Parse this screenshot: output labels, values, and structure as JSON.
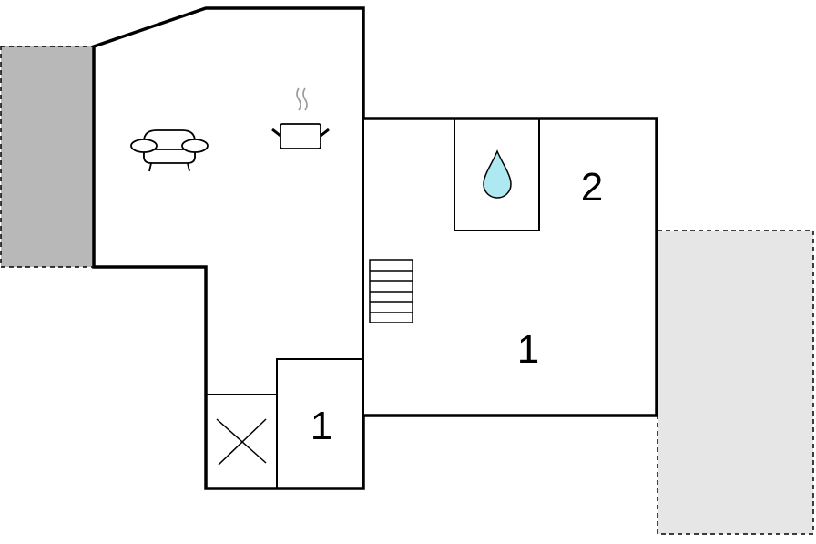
{
  "floorplan": {
    "room_labels": {
      "bedroom_large": "1",
      "bedroom_small": "2",
      "bathroom_small": "1"
    },
    "icons": [
      "sofa-icon",
      "cooking-pot-icon",
      "water-drop-icon",
      "stairs-icon",
      "toilet-cross-icon"
    ],
    "colors": {
      "wall": "#000000",
      "terrace_left": "#b8b8b8",
      "terrace_right": "#e6e6e6",
      "water_drop": "#aee8f0"
    }
  }
}
